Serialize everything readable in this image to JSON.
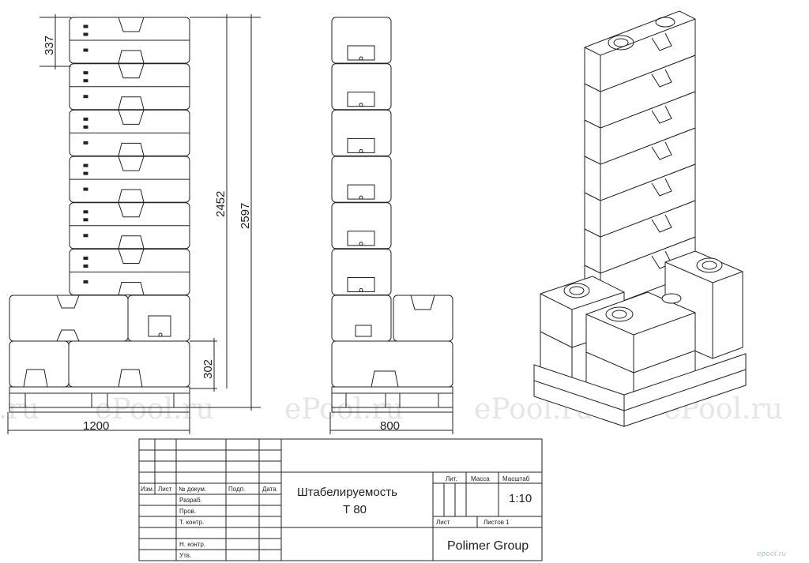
{
  "dimensions": {
    "front_width": "1200",
    "side_width": "800",
    "top_unit": "337",
    "bottom_unit": "302",
    "stack_height": "2452",
    "total_height": "2597"
  },
  "watermark": {
    "text": "ePool.ru",
    "left_fragment": ".ru"
  },
  "stamp": {
    "headers": [
      "Изм.",
      "Лист",
      "№ докум.",
      "Подп.",
      "Дата"
    ],
    "roles": [
      "Разраб.",
      "Пров.",
      "Т. контр.",
      "Н. контр.",
      "Утв."
    ],
    "title_line1": "Штабелируемость",
    "title_line2": "Т 80",
    "lit": "Лит.",
    "mass": "Масса",
    "scale_label": "Масштаб",
    "scale_value": "1:10",
    "sheet": "Лист",
    "sheets": "Листов 1",
    "company": "Polimer Group"
  },
  "logo": "epool.ru"
}
